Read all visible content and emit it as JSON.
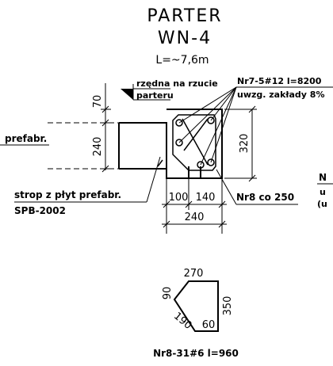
{
  "header": {
    "title_line1": "PARTER",
    "title_line2": "WN-4",
    "length_note": "L=~7,6m"
  },
  "labels": {
    "rebar_main_1": "Nr7-5#12 l=8200",
    "rebar_main_2": "uwzg. zakłady 8%",
    "level_1": "rzędna na rzucie",
    "level_2": "parteru",
    "left_cut": "prefabr.",
    "slab_1": "strop z płyt prefabr.",
    "slab_2": "SPB-2002",
    "stirrup_spacing": "Nr8 co 250",
    "right_cut_1": "N",
    "right_cut_2": "u",
    "right_cut_3": "(u",
    "bottom_label": "Nr8-31#6 l=960"
  },
  "dimensions": {
    "d70": "70",
    "d240v": "240",
    "d320": "320",
    "d100": "100",
    "d140": "140",
    "d240h": "240",
    "d270": "270",
    "d90": "90",
    "d350": "350",
    "d190": "190",
    "d60": "60"
  }
}
